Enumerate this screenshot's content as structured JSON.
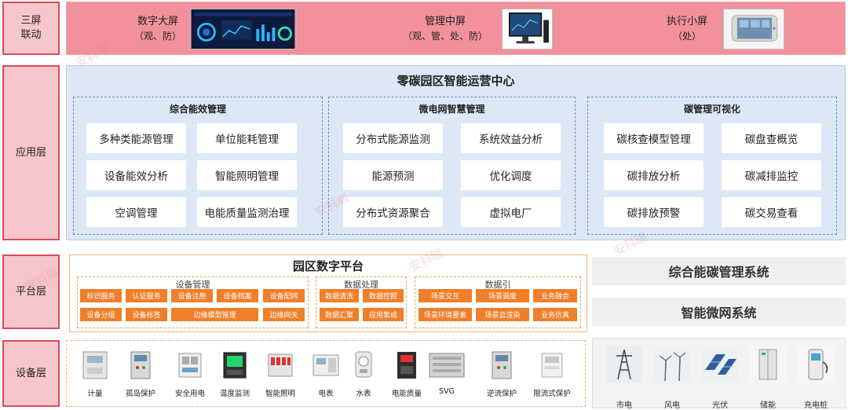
{
  "layers": {
    "screens": "三屏\n联动",
    "application": "应用层",
    "platform": "平台层",
    "device": "设备层"
  },
  "screens": [
    {
      "name": "数字大屏",
      "sub": "（观、防）"
    },
    {
      "name": "管理中屏",
      "sub": "（观、管、处、防）"
    },
    {
      "name": "执行小屏",
      "sub": "（处）"
    }
  ],
  "application": {
    "title": "零碳园区智能运营中心",
    "groups": [
      {
        "title": "综合能效管理",
        "items": [
          "多种类能源管理",
          "单位能耗管理",
          "设备能效分析",
          "智能照明管理",
          "空调管理",
          "电能质量监测治理"
        ]
      },
      {
        "title": "微电网智慧管理",
        "items": [
          "分布式能源监测",
          "系统效益分析",
          "能源预测",
          "优化调度",
          "分布式资源聚合",
          "虚拟电厂"
        ]
      },
      {
        "title": "碳管理可视化",
        "items": [
          "碳核查模型管理",
          "碳盘查概览",
          "碳排放分析",
          "碳减排监控",
          "碳排放预警",
          "碳交易查看"
        ]
      }
    ]
  },
  "platform": {
    "title": "园区数字平台",
    "device_mgmt": {
      "title": "设备管理",
      "row1": [
        "标识服务",
        "认证服务",
        "设备注册",
        "设备档案",
        "设备配网"
      ],
      "row2": [
        "设备分组",
        "设备标签",
        "边缘模型管理",
        "边缘网关"
      ]
    },
    "data_proc": {
      "title": "数据处理",
      "items": [
        "数据清洗",
        "数据挖掘",
        "数据汇聚",
        "应用集成"
      ]
    },
    "data_ref": {
      "title": "数据引",
      "row1": [
        "场景交互",
        "场景调度",
        "业务融合"
      ],
      "row2": [
        "场景环境要素",
        "场景云渲染",
        "业务仿真"
      ]
    },
    "systems": [
      "综合能碳管理系统",
      "智能微网系统"
    ]
  },
  "devices": [
    "计量",
    "孤岛保护",
    "安全用电",
    "温度监测",
    "智能照明",
    "电表",
    "水表",
    "电能质量",
    "SVG",
    "逆流保护",
    "限流式保护"
  ],
  "energy": [
    "市电",
    "风电",
    "光伏",
    "储能",
    "充电桩"
  ],
  "watermark": "安科瑞",
  "colors": {
    "screen_band": "#f2919b",
    "layer_label": "#f7c6cc",
    "app_bg": "#dce8f5",
    "platform_tile": "#f07f2a"
  }
}
